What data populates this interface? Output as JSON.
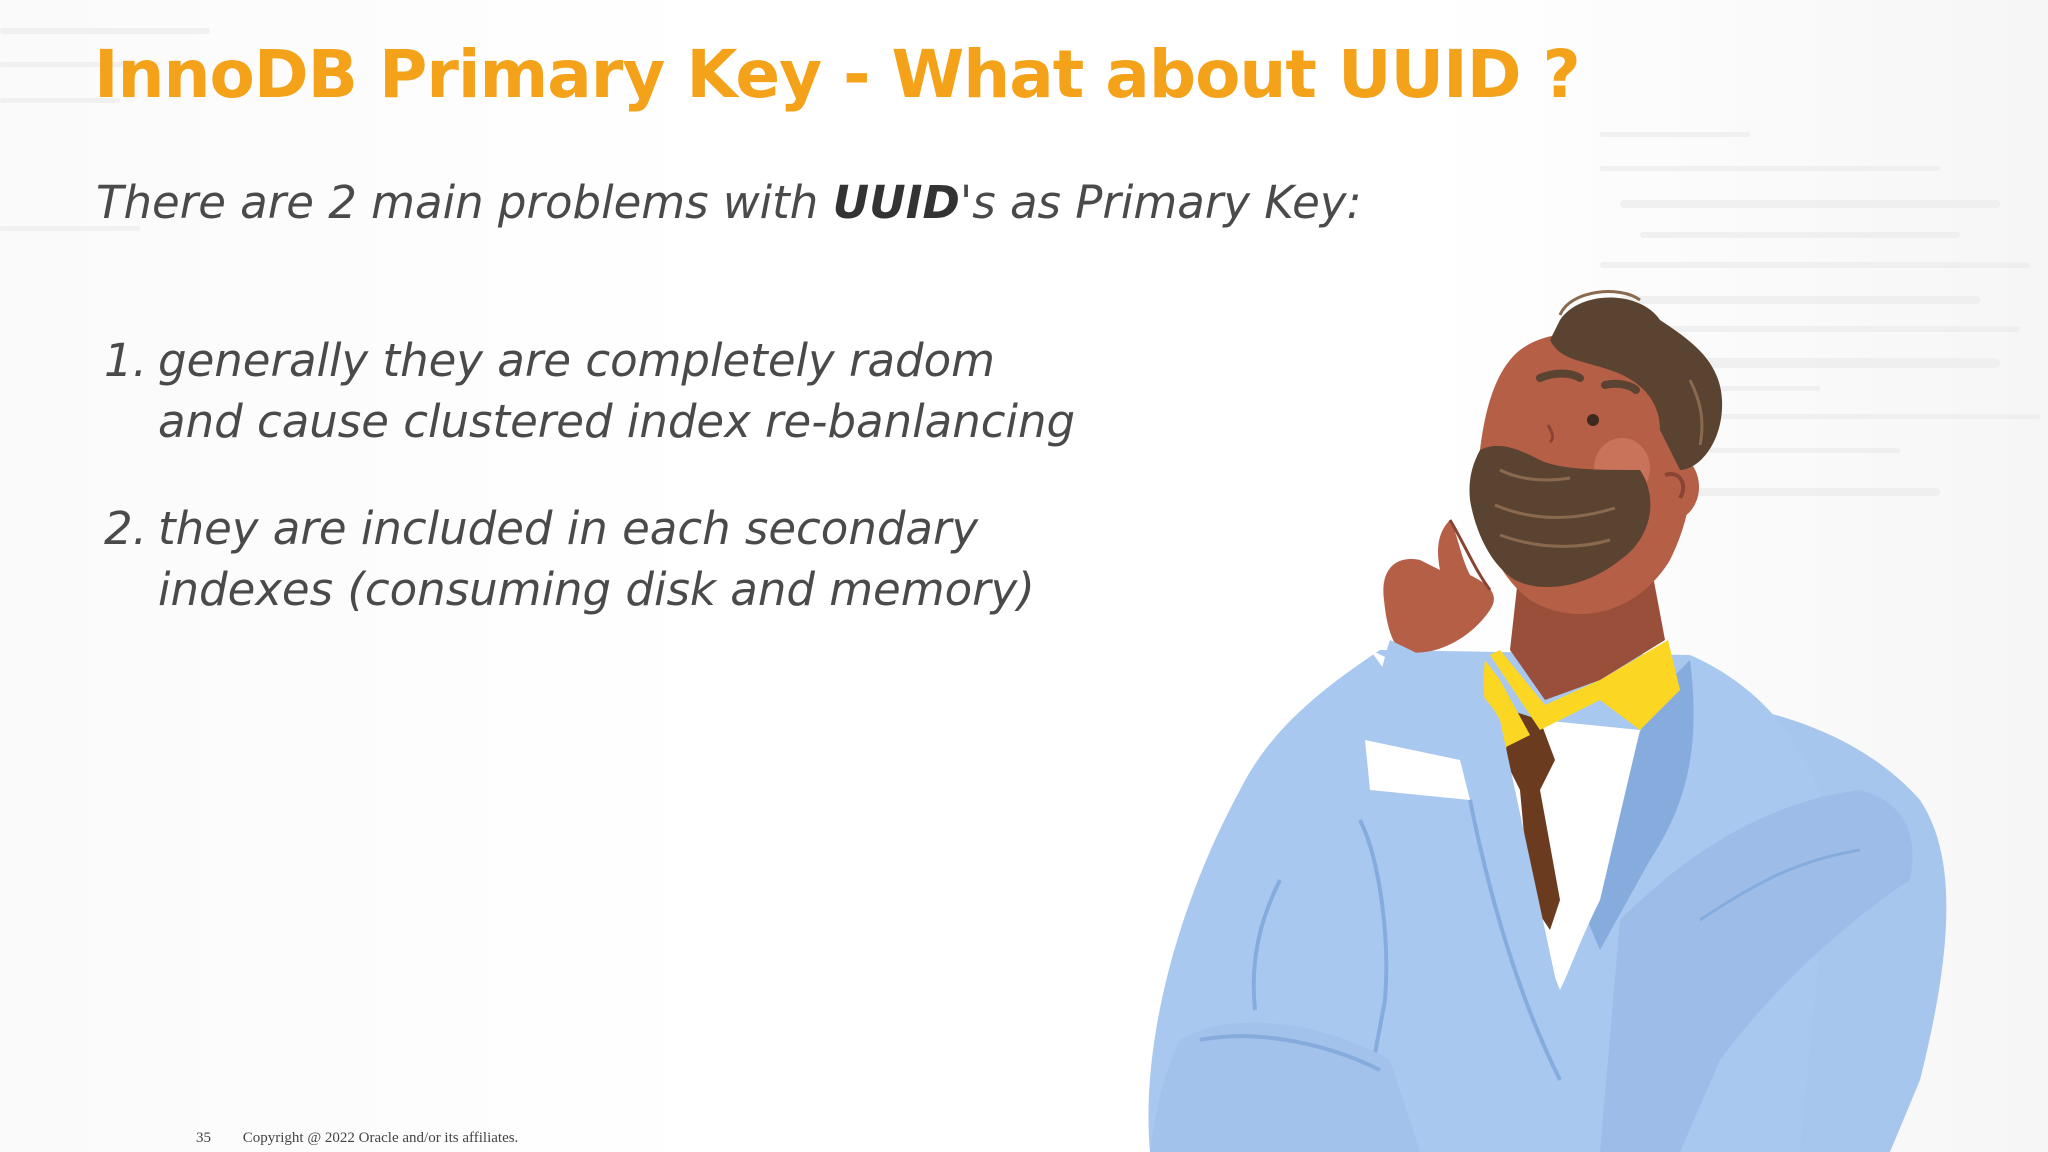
{
  "slide": {
    "title": "InnoDB Primary Key - What about UUID ?",
    "intro_before": "There are 2 main problems with ",
    "intro_emphasis": "UUID",
    "intro_after": "'s as Primary Key:",
    "problems": [
      {
        "number": "1.",
        "line1": "generally they are completely radom",
        "line2": "and cause clustered index re-banlancing"
      },
      {
        "number": "2.",
        "line1": "they are included in each secondary",
        "line2": "indexes (consuming disk and memory)"
      }
    ],
    "page_number": "35",
    "copyright": "Copyright @ 2022 Oracle and/or its affiliates."
  },
  "colors": {
    "title": "#f5a21b",
    "body_text": "#4a4a4a",
    "shirt": "#a7c6ee",
    "collar": "#fbd723",
    "skin": "#b65f47",
    "hair": "#5b4332"
  },
  "illustration": {
    "icon": "thinking-man-illustration"
  }
}
